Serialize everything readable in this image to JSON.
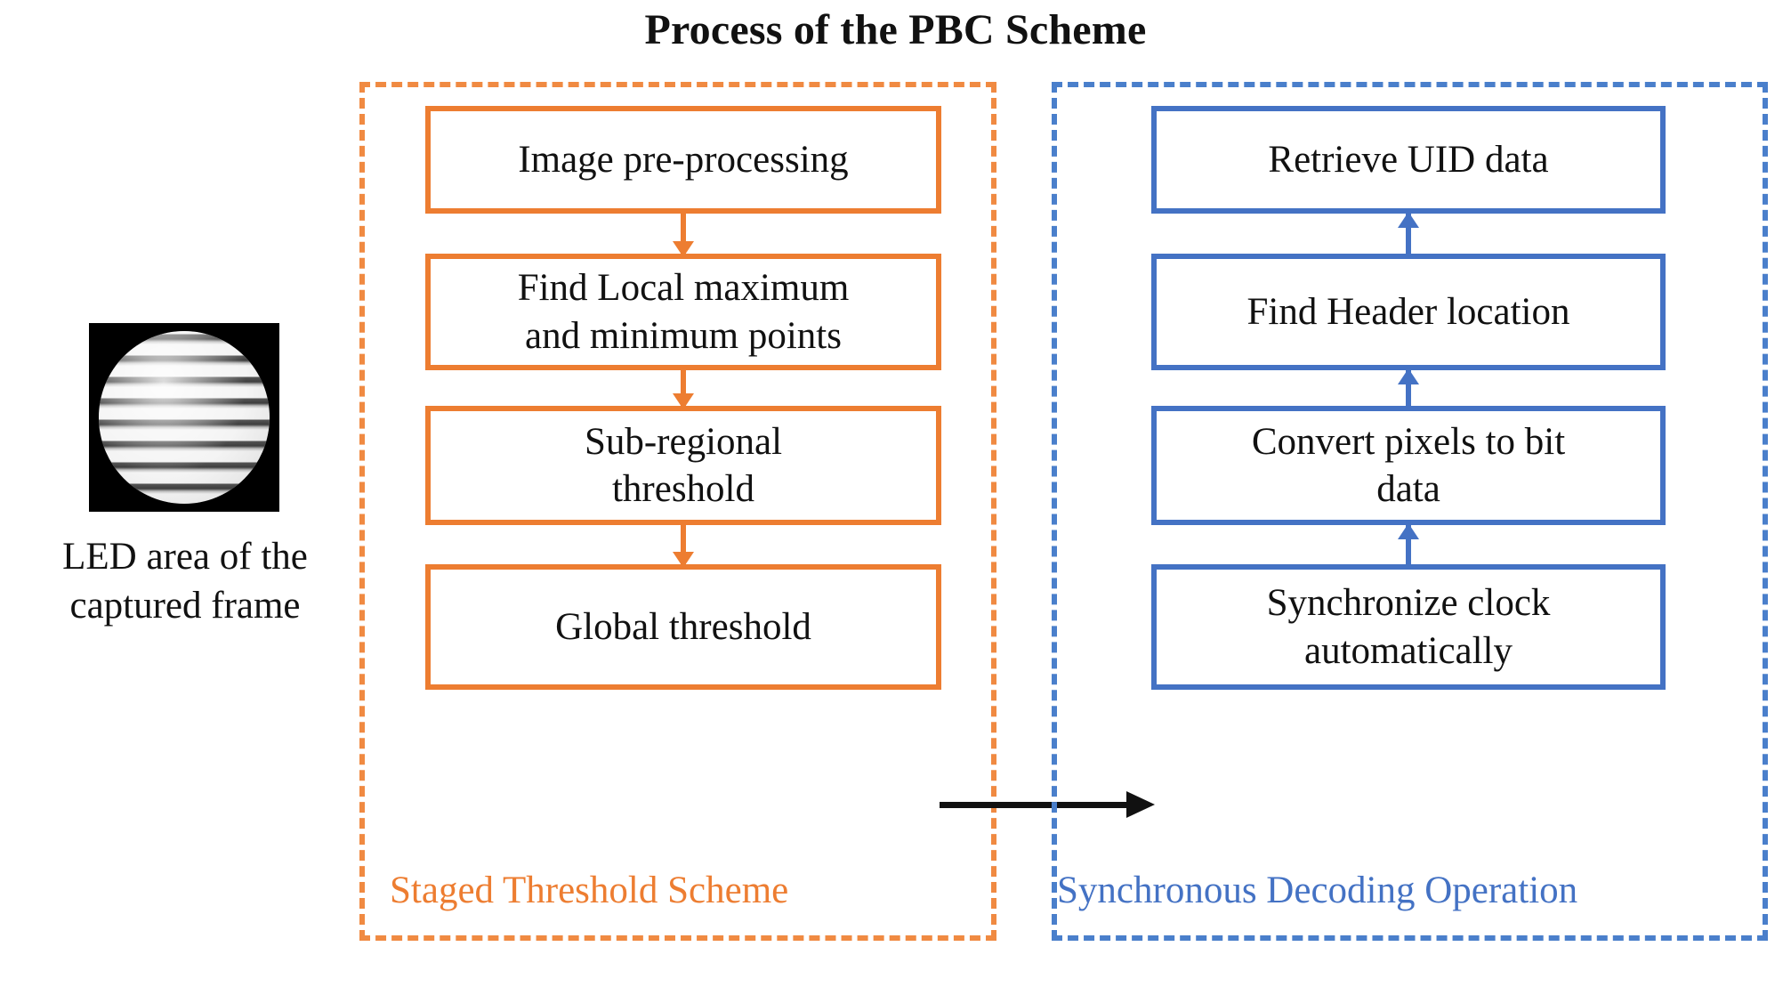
{
  "title": "Process of the PBC Scheme",
  "colors": {
    "orange": "#ED7D31",
    "blue": "#4472C4",
    "arrow_black": "#111111",
    "background": "#FFFFFF"
  },
  "figure": {
    "led_icon_name": "led-striped-circle-image",
    "caption_line1": "LED area of the",
    "caption_line2": "captured frame"
  },
  "groups": {
    "left": {
      "label": "Staged Threshold Scheme",
      "color": "#ED7D31",
      "border_style": "dashed",
      "nodes": [
        {
          "id": "o1",
          "text": "Image pre-processing"
        },
        {
          "id": "o2",
          "line1": "Find Local maximum",
          "line2": "and minimum points"
        },
        {
          "id": "o3",
          "line1": "Sub-regional",
          "line2": "threshold"
        },
        {
          "id": "o4",
          "text": "Global threshold"
        }
      ]
    },
    "right": {
      "label": "Synchronous Decoding Operation",
      "color": "#4472C4",
      "border_style": "dashed",
      "nodes": [
        {
          "id": "b1",
          "text": "Retrieve UID data"
        },
        {
          "id": "b2",
          "text": "Find Header location"
        },
        {
          "id": "b3",
          "line1": "Convert pixels to bit",
          "line2": "data"
        },
        {
          "id": "b4",
          "line1": "Synchronize clock",
          "line2": "automatically"
        }
      ]
    }
  },
  "connectors": {
    "left_flow_direction": "down",
    "right_flow_direction": "up",
    "cross_group_arrow": {
      "from": "Global threshold",
      "to": "Synchronize clock automatically",
      "direction": "right",
      "color": "#111111"
    }
  }
}
